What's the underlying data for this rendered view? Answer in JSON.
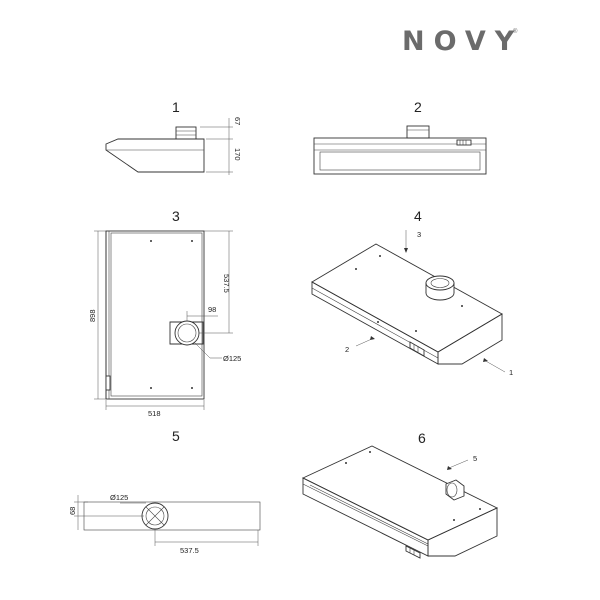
{
  "brand": {
    "logo": "NOVY",
    "reg_mark": "®"
  },
  "views": {
    "v1": {
      "number": "1",
      "dim_collar": "67",
      "dim_height": "170"
    },
    "v2": {
      "number": "2"
    },
    "v3": {
      "number": "3",
      "dim_width": "518",
      "dim_depth": "898",
      "dim_to_outlet": "537.5",
      "dim_outlet_offset": "98",
      "dim_outlet_dia": "Ø125"
    },
    "v4": {
      "number": "4",
      "callout_top": "3",
      "callout_left": "2",
      "callout_right": "1"
    },
    "v5": {
      "number": "5",
      "dim_height": "68",
      "dim_outlet_dia": "Ø125",
      "dim_to_outlet": "537.5"
    },
    "v6": {
      "number": "6",
      "callout_back": "5"
    }
  }
}
